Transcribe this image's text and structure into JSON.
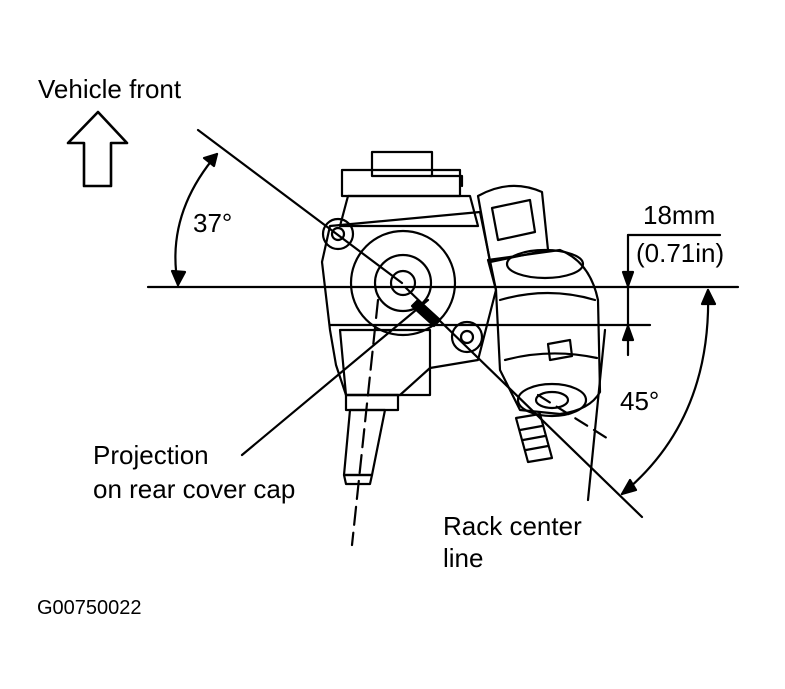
{
  "labels": {
    "vehicle_front": "Vehicle front",
    "angle_37": "37°",
    "offset_mm": "18mm",
    "offset_in": "(0.71in)",
    "angle_45": "45°",
    "projection_line1": "Projection",
    "projection_line2": "on rear cover cap",
    "rack_line1": "Rack center",
    "rack_line2": "line",
    "figure_code": "G00750022"
  },
  "icons": [
    "up-arrow-icon"
  ],
  "colors": {
    "ink": "#000000",
    "paper": "#ffffff"
  }
}
